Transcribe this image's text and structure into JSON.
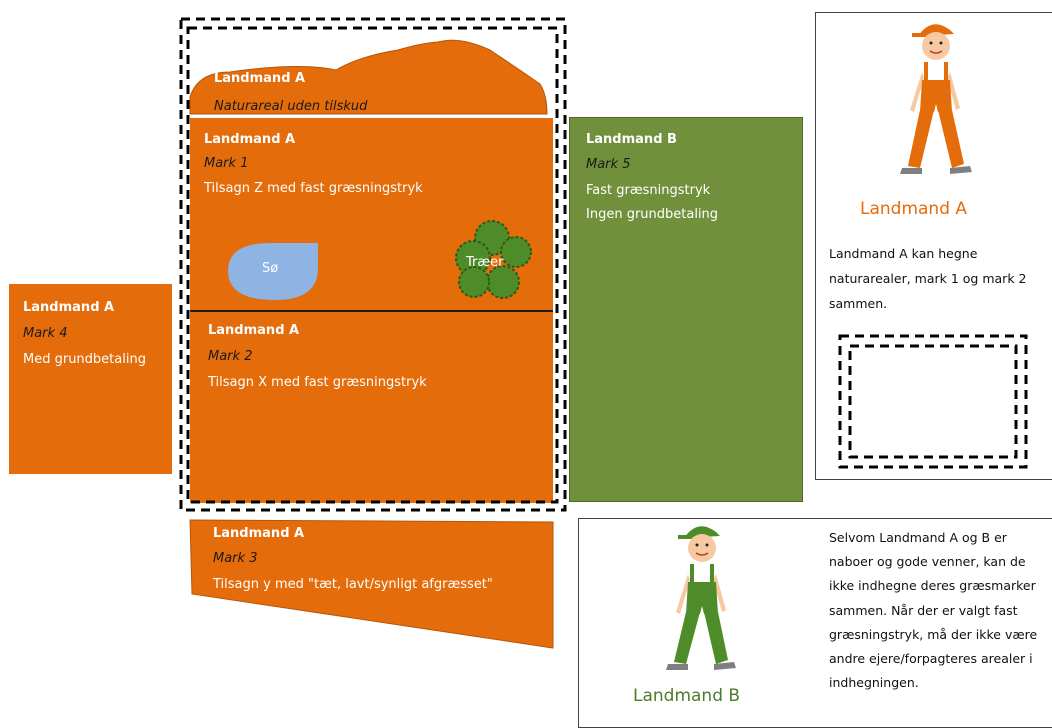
{
  "colors": {
    "orange_field": "#e46c0a",
    "green_field": "#71903b",
    "lake": "#8eb4e3",
    "trees": "#4e8c2a",
    "farmer_a": "#e46c0a",
    "farmer_b": "#4e8c2a"
  },
  "nature": {
    "owner": "Landmand A",
    "desc": "Naturareal uden tilskud"
  },
  "mark1": {
    "owner": "Landmand A",
    "name": "Mark 1",
    "desc": "Tilsagn Z med fast græsningstryk"
  },
  "mark2": {
    "owner": "Landmand A",
    "name": "Mark 2",
    "desc": "Tilsagn X med fast græsningstryk"
  },
  "mark3": {
    "owner": "Landmand A",
    "name": "Mark 3",
    "desc": "Tilsagn y med \"tæt, lavt/synligt afgræsset\""
  },
  "mark4": {
    "owner": "Landmand A",
    "name": "Mark 4",
    "desc": "Med grundbetaling"
  },
  "mark5": {
    "owner": "Landmand B",
    "name": "Mark 5",
    "desc": "Fast græsningstryk",
    "desc2": "Ingen grundbetaling"
  },
  "lake_label": "Sø",
  "trees_label": "Træer",
  "panel_a": {
    "title": "Landmand A",
    "text": "Landmand A kan hegne naturarealer, mark 1 og mark 2 sammen."
  },
  "panel_b": {
    "title": "Landmand B",
    "text": "Selvom Landmand A og B er naboer og gode venner, kan de ikke indhegne deres græsmarker sammen. Når der er valgt fast græsningstryk, må der ikke være andre ejere/forpagteres arealer i indhegningen."
  }
}
